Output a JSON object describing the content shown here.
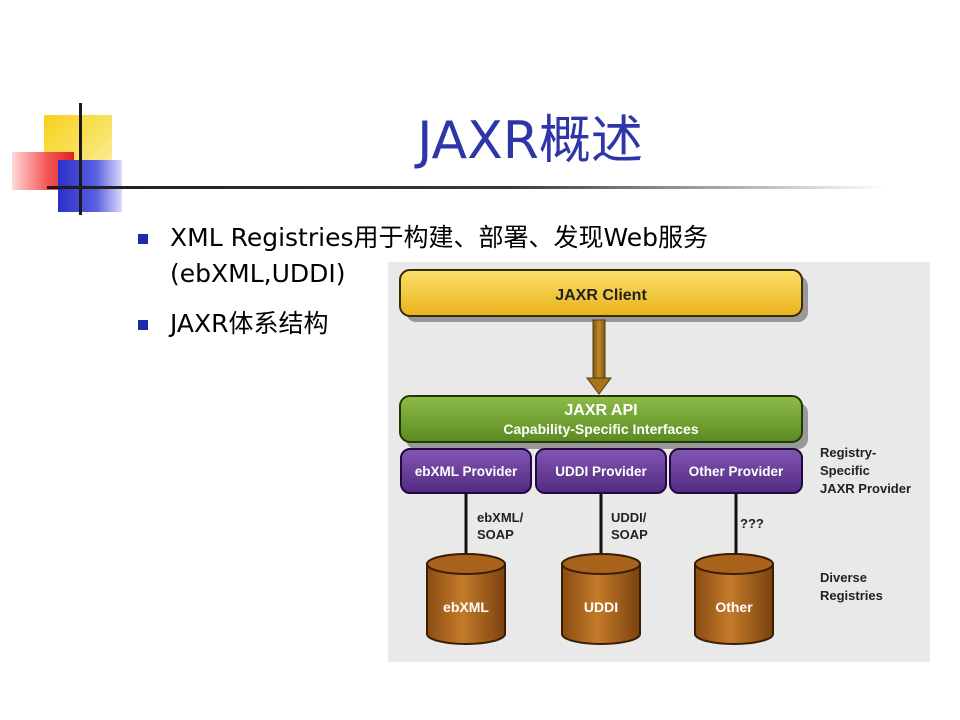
{
  "slide": {
    "title": "JAXR概述",
    "bullets": [
      "XML Registries用于构建、部署、发现Web服务(ebXML,UDDI)",
      "JAXR体系结构"
    ]
  },
  "diagram": {
    "client_label": "JAXR Client",
    "api_label": "JAXR API",
    "api_sublabel": "Capability-Specific Interfaces",
    "providers": [
      "ebXML Provider",
      "UDDI Provider",
      "Other Provider"
    ],
    "provider_side_label": [
      "Registry-",
      "Specific",
      "JAXR Provider"
    ],
    "protocols": [
      [
        "ebXML/",
        "SOAP"
      ],
      [
        "UDDI/",
        "SOAP"
      ],
      [
        "???"
      ]
    ],
    "registries": [
      "ebXML",
      "UDDI",
      "Other"
    ],
    "registry_side_label": [
      "Diverse",
      "Registries"
    ]
  },
  "colors": {
    "title": "#2e35a8",
    "bullet_marker": "#1f2aa8",
    "client_box": "#f5c32c",
    "api_box": "#6f9d2f",
    "provider_box": "#6a3d9a",
    "registry_cylinder": "#b06a20",
    "panel_background": "#e9e9e9"
  }
}
